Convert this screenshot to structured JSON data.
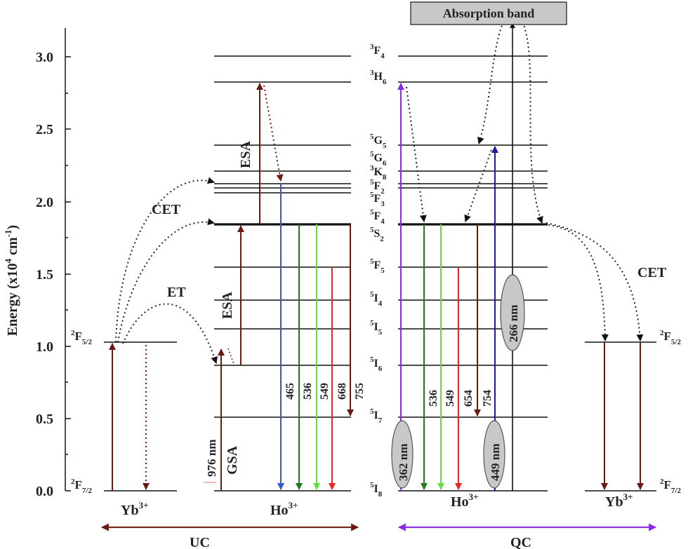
{
  "axis": {
    "ylabel": "Energy (x10",
    "ylabel_exp": "4",
    "ylabel_unit": "cm",
    "ylabel_unit_exp": "-1",
    "ylabel_close": ")",
    "ticks": [
      "0.0",
      "0.5",
      "1.0",
      "1.5",
      "2.0",
      "2.5",
      "3.0"
    ]
  },
  "ho_levels": [
    {
      "base": "I",
      "sup": "5",
      "sub": "8",
      "energy": 0.0
    },
    {
      "base": "I",
      "sup": "5",
      "sub": "7",
      "energy": 0.51
    },
    {
      "base": "I",
      "sup": "5",
      "sub": "6",
      "energy": 0.86
    },
    {
      "base": "I",
      "sup": "5",
      "sub": "5",
      "energy": 1.12
    },
    {
      "base": "I",
      "sup": "5",
      "sub": "4",
      "energy": 1.32
    },
    {
      "base": "F",
      "sup": "5",
      "sub": "5",
      "energy": 1.55
    },
    {
      "base": "S",
      "sup": "5",
      "sub": "2",
      "energy": 1.84
    },
    {
      "base": "F",
      "sup": "5",
      "sub": "4",
      "energy": 1.85
    },
    {
      "base": "F",
      "sup": "5",
      "sub": "3",
      "energy": 2.06
    },
    {
      "base": "F",
      "sup": "5",
      "sub": "2",
      "energy": 2.09
    },
    {
      "base": "K",
      "sup": "3",
      "sub": "8",
      "energy": 2.12
    },
    {
      "base": "G",
      "sup": "5",
      "sub": "6",
      "energy": 2.21
    },
    {
      "base": "G",
      "sup": "5",
      "sub": "5",
      "energy": 2.39
    },
    {
      "base": "H",
      "sup": "3",
      "sub": "6",
      "energy": 2.83
    },
    {
      "base": "F",
      "sup": "3",
      "sub": "4",
      "energy": 3.01
    }
  ],
  "yb_levels": [
    {
      "base": "F",
      "sup": "2",
      "sub": "7/2"
    },
    {
      "base": "F",
      "sup": "2",
      "sub": "5/2"
    }
  ],
  "ions": {
    "yb": "Yb",
    "yb_charge": "3+",
    "ho": "Ho",
    "ho_charge": "3+"
  },
  "process_labels": {
    "cet": "CET",
    "et": "ET",
    "esa": "ESA",
    "gsa": "GSA",
    "uc": "UC",
    "qc": "QC"
  },
  "absorption_band": "Absorption band",
  "excitation": {
    "pump_976": "976 nm",
    "band_362": "362 nm",
    "band_449": "449 nm",
    "band_266": "266 nm"
  },
  "uc_emissions": [
    "465",
    "536",
    "549",
    "668",
    "755"
  ],
  "qc_emissions": [
    "536",
    "549",
    "654",
    "754"
  ],
  "colors": {
    "brown": "#6b1a12",
    "blue": "#3456d9",
    "dark_green": "#1f7a1f",
    "light_green": "#5fe03a",
    "red": "#ee2222",
    "purple": "#8a2be2",
    "navy": "#1a1aa8",
    "uc_arrow": "#7a2a18",
    "qc_arrow": "#8833dd",
    "ellipse": "#c8c8c8",
    "box": "#c8c8c8"
  }
}
